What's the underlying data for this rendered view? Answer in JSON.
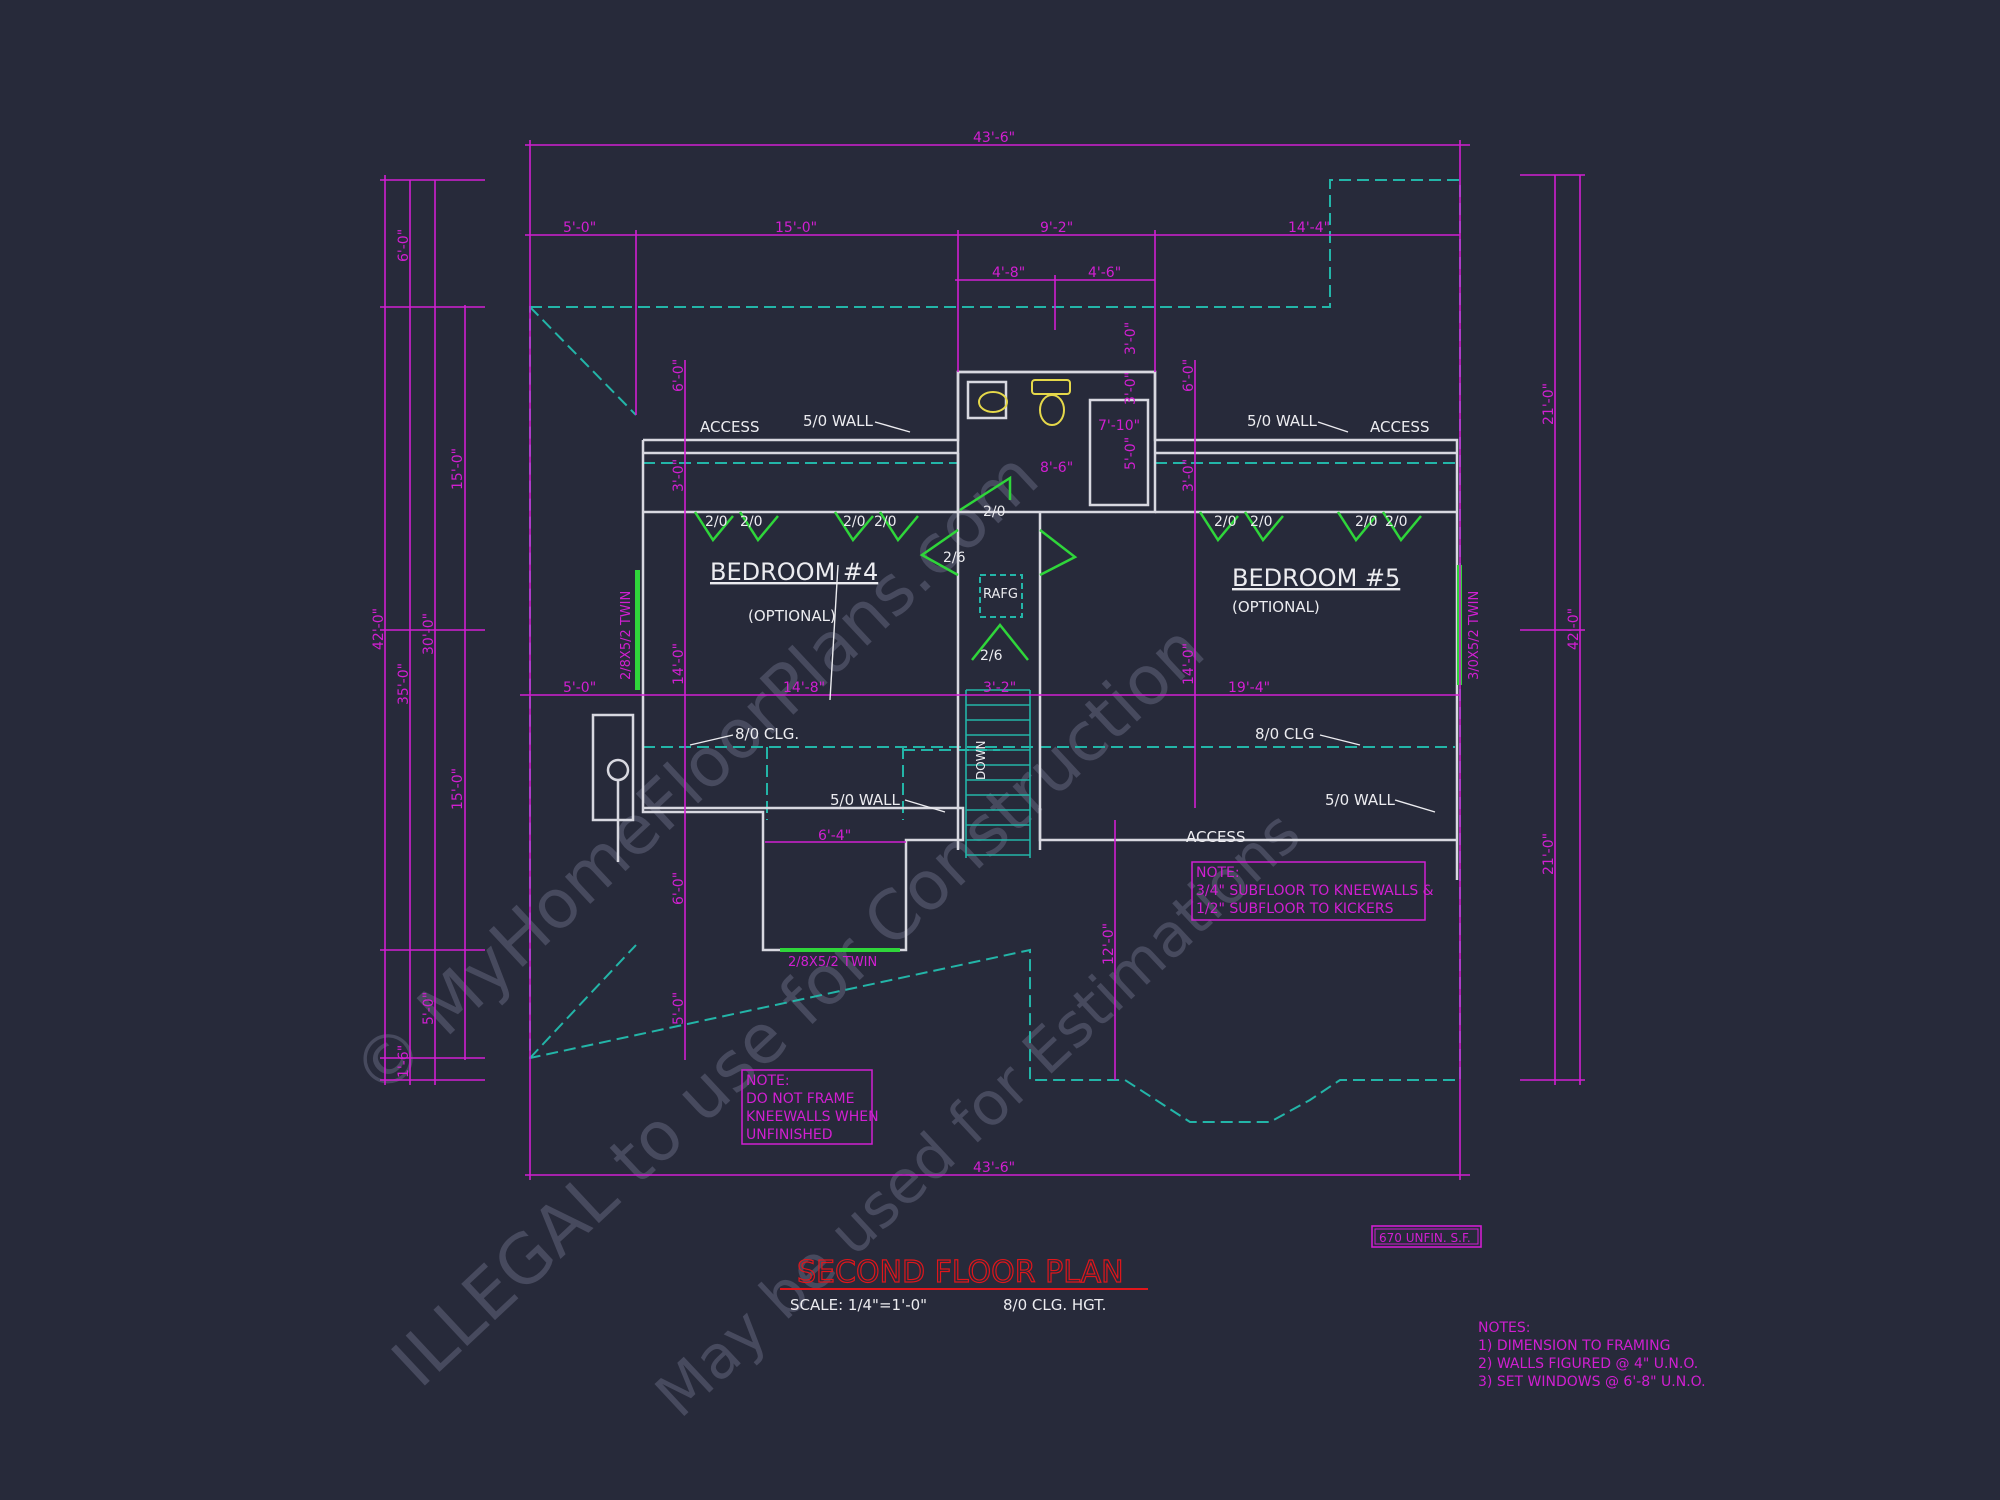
{
  "colors": {
    "background": "#272a3a",
    "dimension": "#d11fd1",
    "wall": "#d8d8e0",
    "roof": "#23b5a8",
    "window": "#2fd63a",
    "title": "#e0161b",
    "note": "#d11fd1",
    "text": "#ececf0",
    "watermark": "#4b4e62"
  },
  "drawing": {
    "title": "SECOND FLOOR PLAN",
    "scale": "SCALE: 1/4\"=1'-0\"",
    "ceiling_height": "8/0 CLG. HGT.",
    "area_tag": "670 UNFIN. S.F."
  },
  "watermark": {
    "line1": "© MyHomeFloorPlans.com",
    "line2": "ILLEGAL to use for Construction",
    "line3": "May be used for Estimations"
  },
  "dims": {
    "overall_top": "43'-6\"",
    "overall_bottom": "43'-6\"",
    "top_1": "5'-0\"",
    "top_2": "15'-0\"",
    "top_3": "9'-2\"",
    "top_4": "14'-4\"",
    "top_5": "4'-8\"",
    "top_6": "4'-6\"",
    "left_1": "6'-0\"",
    "left_2": "15'-0\"",
    "left_3": "15'-0\"",
    "left_4": "5'-0\"",
    "left_5": "1'-6\"",
    "left_6": "30'-0\"",
    "left_7": "35'-0\"",
    "left_8": "42'-0\"",
    "right_1": "21'-0\"",
    "right_2": "21'-0\"",
    "right_3": "42'-0\"",
    "int_1": "6'-0\"",
    "int_2": "3'-0\"",
    "int_3": "14'-0\"",
    "int_4": "6'-0\"",
    "int_5": "5'-0\"",
    "int_6": "6'-0\"",
    "int_7": "3'-0\"",
    "int_8": "14'-0\"",
    "int_9": "12'-0\"",
    "int_10": "3'-0\"",
    "int_11": "5'-0\"",
    "int_12": "3'-0\"",
    "h_1": "5'-0\"",
    "h_2": "14'-8\"",
    "h_3": "3'-2\"",
    "h_4": "19'-4\"",
    "h_5": "6'-4\"",
    "h_6": "8'-6\"",
    "h_7": "7'-10\""
  },
  "labels": {
    "bedroom4": "BEDROOM #4",
    "bedroom4_sub": "(OPTIONAL)",
    "bedroom5": "BEDROOM #5",
    "bedroom5_sub": "(OPTIONAL)",
    "access_1": "ACCESS",
    "access_2": "ACCESS",
    "access_3": "ACCESS",
    "wall_1": "5/0 WALL",
    "wall_2": "5/0 WALL",
    "wall_3": "5/0 WALL",
    "wall_4": "5/0 WALL",
    "clg_1": "8/0 CLG.",
    "clg_2": "8/0 CLG",
    "door_1": "2/0",
    "door_2": "2/0",
    "door_3": "2/0",
    "door_4": "2/0",
    "door_5": "2/0",
    "door_6": "2/0",
    "door_7": "2/0",
    "door_8": "2/0",
    "door_9": "2/0",
    "door_10": "2/6",
    "door_11": "2/6",
    "rafg": "RAFG",
    "stair": "DOWN",
    "win_left": "2/8X5/2 TWIN",
    "win_right": "3/0X5/2 TWIN",
    "win_bottom": "2/8X5/2 TWIN"
  },
  "notes": {
    "note1_l1": "NOTE:",
    "note1_l2": "DO NOT FRAME",
    "note1_l3": "KNEEWALLS WHEN",
    "note1_l4": "UNFINISHED",
    "note2_l1": "NOTE:",
    "note2_l2": "3/4\" SUBFLOOR TO KNEEWALLS &",
    "note2_l3": "1/2\" SUBFLOOR TO KICKERS",
    "general_l1": "NOTES:",
    "general_l2": "1) DIMENSION TO FRAMING",
    "general_l3": "2) WALLS FIGURED @ 4\" U.N.O.",
    "general_l4": "3) SET WINDOWS @ 6'-8\" U.N.O."
  }
}
